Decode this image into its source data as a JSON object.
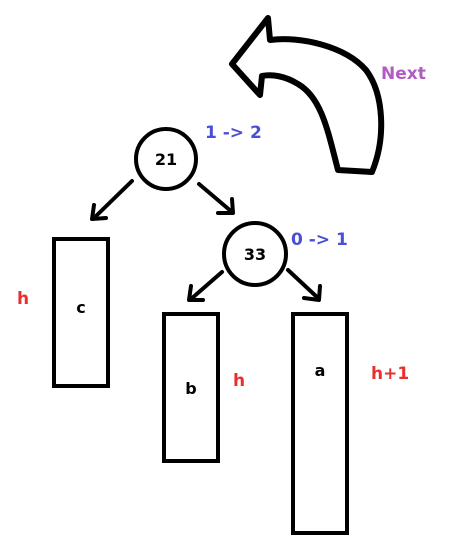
{
  "colors": {
    "stroke": "#000000",
    "background": "#ffffff",
    "height_label": "#e8302e",
    "balance_label": "#4a4fd8",
    "next_label": "#b15bc4"
  },
  "next_arrow": {
    "label": "Next",
    "icon": "curved-arrow-icon"
  },
  "nodes": [
    {
      "id": "node-21",
      "value": "21",
      "balance": "1 -> 2"
    },
    {
      "id": "node-33",
      "value": "33",
      "balance": "0 -> 1"
    }
  ],
  "subtrees": [
    {
      "id": "subtree-c",
      "label": "c",
      "height": "h"
    },
    {
      "id": "subtree-b",
      "label": "b",
      "height": "h"
    },
    {
      "id": "subtree-a",
      "label": "a",
      "height": "h+1"
    }
  ]
}
